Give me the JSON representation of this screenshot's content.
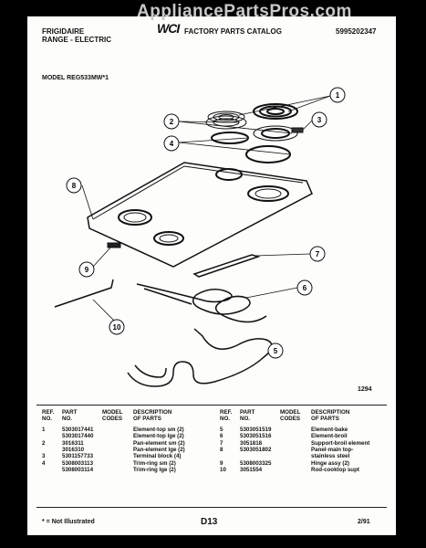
{
  "watermark": "AppliancePartsPros.com",
  "header": {
    "brand_line1": "FRIGIDAIRE",
    "brand_line2": "RANGE - ELECTRIC",
    "logo": "WCI",
    "catalog": "FACTORY PARTS CATALOG",
    "doc_number": "5995202347"
  },
  "model_label": "MODEL REG533MW*1",
  "diagram_code": "1294",
  "callouts": [
    "1",
    "2",
    "3",
    "4",
    "5",
    "6",
    "7",
    "8",
    "9",
    "10"
  ],
  "table_headers": {
    "ref": [
      "REF.",
      "NO."
    ],
    "part": [
      "PART",
      "NO."
    ],
    "model": [
      "MODEL",
      "CODES"
    ],
    "desc": [
      "DESCRIPTION",
      "OF PARTS"
    ]
  },
  "parts_left": [
    {
      "ref": "1",
      "part": "5303017441",
      "model": "",
      "desc": "Element-top sm (2)"
    },
    {
      "ref": "",
      "part": "5303017440",
      "model": "",
      "desc": "Element-top lge (2)"
    },
    {
      "ref": "2",
      "part": "3016311",
      "model": "",
      "desc": "Pan-element sm (2)"
    },
    {
      "ref": "",
      "part": "3016310",
      "model": "",
      "desc": "Pan-element lge (2)"
    },
    {
      "ref": "3",
      "part": "5301157733",
      "model": "",
      "desc": "Terminal block (4)"
    },
    {
      "ref": "4",
      "part": "5308003113",
      "model": "",
      "desc": "Trim-ring sm (2)"
    },
    {
      "ref": "",
      "part": "5308003114",
      "model": "",
      "desc": "Trim-ring lge (2)"
    }
  ],
  "parts_right": [
    {
      "ref": "5",
      "part": "5303051519",
      "model": "",
      "desc": "Element-bake"
    },
    {
      "ref": "6",
      "part": "5303051516",
      "model": "",
      "desc": "Element-broil"
    },
    {
      "ref": "7",
      "part": "3051818",
      "model": "",
      "desc": "Support-broil element"
    },
    {
      "ref": "8",
      "part": "5303051802",
      "model": "",
      "desc": "Panel-main top-"
    },
    {
      "ref": "",
      "part": "",
      "model": "",
      "desc": "stainless steel"
    },
    {
      "ref": "9",
      "part": "5308003325",
      "model": "",
      "desc": "Hinge assy (2)"
    },
    {
      "ref": "10",
      "part": "3051554",
      "model": "",
      "desc": "Rod-cooktop supt"
    }
  ],
  "footer": {
    "note": "* = Not Illustrated",
    "page": "D13",
    "date": "2/91"
  }
}
